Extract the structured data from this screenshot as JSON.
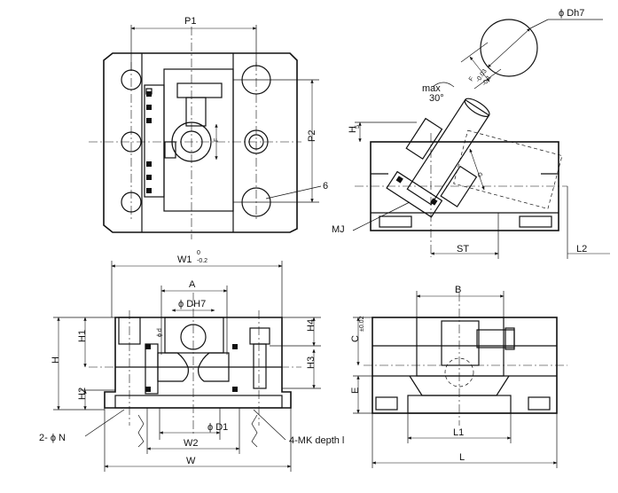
{
  "labels": {
    "p1": "P1",
    "p2": "P2",
    "six": "6",
    "dh7_top": "ϕ Dh7",
    "f_tol_main": "F",
    "f_tol_upper": "-0.03",
    "f_tol_lower": "-0.1",
    "max": "max",
    "angle": "30°",
    "h5_main": "H",
    "h5_sub": "5",
    "mj": "MJ",
    "g": "G",
    "st": "ST",
    "l2": "L2",
    "f_side": "F",
    "w1_main": "W1",
    "w1_upper": "0",
    "w1_lower": "-0.2",
    "a": "A",
    "dh7_front": "ϕ DH7",
    "d_small": "ϕ d",
    "h": "H",
    "h1": "H1",
    "h2": "H2",
    "h3": "H3",
    "h4": "H4",
    "d1": "ϕ D1",
    "w2": "W2",
    "w": "W",
    "n": "2- ϕ N",
    "mk": "4-MK depth l",
    "b": "B",
    "c_main": "C",
    "c_tol": "±0.02",
    "e": "E",
    "l1": "L1",
    "l": "L"
  }
}
